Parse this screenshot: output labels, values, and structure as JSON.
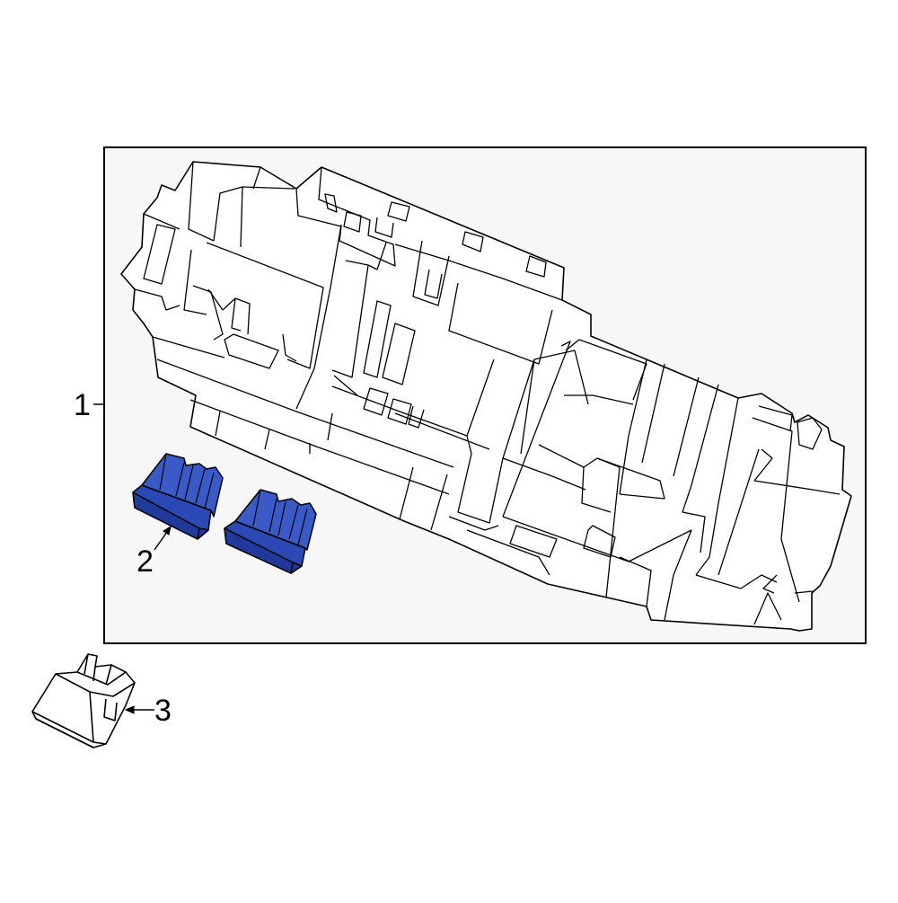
{
  "diagram": {
    "callouts": [
      {
        "id": "1",
        "label": "1"
      },
      {
        "id": "2",
        "label": "2"
      },
      {
        "id": "3",
        "label": "3"
      }
    ],
    "colors": {
      "highlight": "#3a5bc7",
      "highlight_dark": "#1f3a9a",
      "line": "#000000",
      "panel": "#f7f7f7",
      "background": "#ffffff"
    }
  }
}
